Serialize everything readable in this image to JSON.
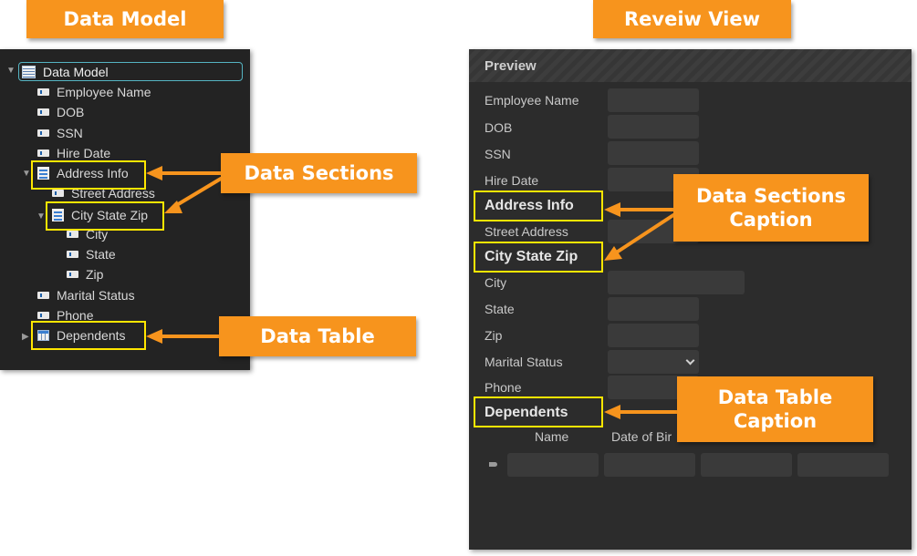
{
  "banners": {
    "data_model_title": "Data Model",
    "review_view_title": "Reveiw View",
    "data_sections": "Data Sections",
    "data_table": "Data Table",
    "data_sections_caption_l1": "Data Sections",
    "data_sections_caption_l2": "Caption",
    "data_table_caption_l1": "Data Table",
    "data_table_caption_l2": "Caption"
  },
  "tree": {
    "root": "Data Model",
    "items": [
      {
        "label": "Employee Name",
        "icon": "field-icon"
      },
      {
        "label": "DOB",
        "icon": "field-icon"
      },
      {
        "label": "SSN",
        "icon": "field-icon"
      },
      {
        "label": "Hire Date",
        "icon": "field-icon"
      },
      {
        "label": "Address Info",
        "icon": "section-icon"
      },
      {
        "label": "Street Address",
        "icon": "field-icon"
      },
      {
        "label": "City State Zip",
        "icon": "section-icon"
      },
      {
        "label": "City",
        "icon": "field-icon"
      },
      {
        "label": "State",
        "icon": "field-icon"
      },
      {
        "label": "Zip",
        "icon": "field-icon"
      },
      {
        "label": "Marital Status",
        "icon": "field-icon"
      },
      {
        "label": "Phone",
        "icon": "field-icon"
      },
      {
        "label": "Dependents",
        "icon": "table-icon"
      }
    ]
  },
  "preview": {
    "title": "Preview",
    "fields": {
      "employee_name": "Employee Name",
      "dob": "DOB",
      "ssn": "SSN",
      "hire_date": "Hire Date",
      "street_address": "Street Address",
      "city": "City",
      "state": "State",
      "zip": "Zip",
      "marital_status": "Marital Status",
      "phone": "Phone"
    },
    "sections": {
      "address_info": "Address Info",
      "city_state_zip": "City State Zip",
      "dependents": "Dependents"
    },
    "table_columns": [
      "Name",
      "Date of Bir"
    ]
  },
  "colors": {
    "accent_orange": "#f7941d",
    "highlight_yellow": "#ffe600",
    "panel_dark": "#232323"
  }
}
